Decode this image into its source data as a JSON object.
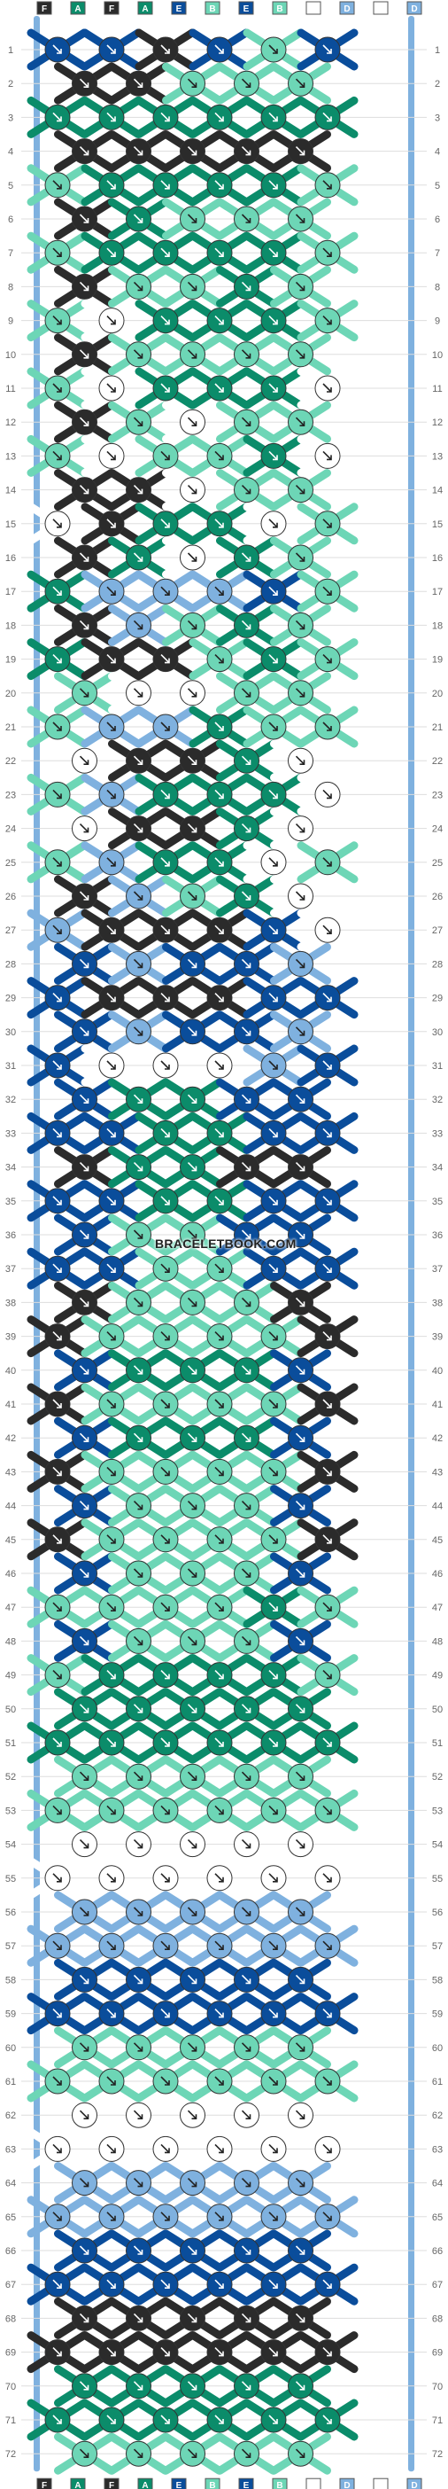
{
  "watermark": "BRACELETBOOK.COM",
  "row_count": 72,
  "palette": {
    "F": "#2b2b2b",
    "A": "#0b8c6a",
    "E": "#0a4d9b",
    "B": "#6dd6b6",
    "C": "#ffffff",
    "D": "#7fb1df"
  },
  "strands": [
    "F",
    "A",
    "F",
    "A",
    "E",
    "B",
    "E",
    "B",
    "C",
    "D",
    "C",
    "D"
  ],
  "knot_rows": [
    "EEFEBE",
    "FFBBB",
    "AAAAAA",
    "FFFFF",
    "BAAAAB",
    "FABBB",
    "BAAAAB",
    "FBBAB",
    "BCAAAB",
    "FBBBB",
    "BCAAAC",
    "FBCBB",
    "BCBBAC",
    "FFCBB",
    "CFAACB",
    "FACAB",
    "ADDDEB",
    "FDBAB",
    "AFFBAB",
    "BCCBB",
    "BDDABB",
    "CFFAC",
    "BDAAAC",
    "CFFAC",
    "BDAACB",
    "FDBAC",
    "DFFFEC",
    "EDEED",
    "EFFFEE",
    "EDEED",
    "ECCCDE",
    "EAAEE",
    "EEAAEE",
    "FAAFF",
    "EEAAEE",
    "EBBEE",
    "EEBBEE",
    "FBBBF",
    "FBBBBF",
    "EAAAE",
    "FBBBBF",
    "EAAAE",
    "FBBBBF",
    "EBBBE",
    "FBBBBF",
    "EBBBE",
    "BBBBAB",
    "EBBBE",
    "BAAAAB",
    "AAAAA",
    "AAAAAA",
    "BBBBB",
    "BBBBBB",
    "CCCCC",
    "CCCCCC",
    "DDDDD",
    "DDDDDD",
    "EEEEE",
    "EEEEEE",
    "BBBBB",
    "BBBBBB",
    "CCCCC",
    "CCCCCC",
    "DDDDD",
    "DDDDDD",
    "EEEEE",
    "EEEEEE",
    "FFFFF",
    "FFFFFF",
    "AAAAA",
    "AAAAAA",
    "BBBBB"
  ]
}
